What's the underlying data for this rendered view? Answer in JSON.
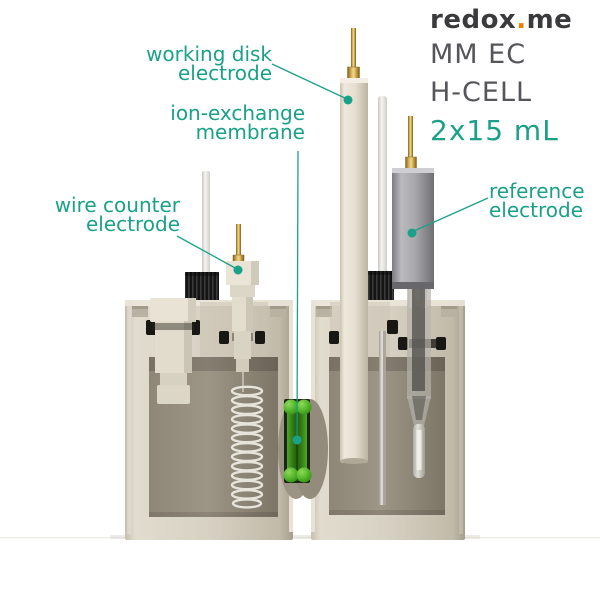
{
  "brand": {
    "logo": {
      "prefix": "redox",
      "dot": ".",
      "suffix": "me"
    },
    "product_line1": "MM EC",
    "product_line2": "H-CELL",
    "volume": "2x15 mL"
  },
  "labels": {
    "working_disk_electrode": {
      "line1": "working disk",
      "line2": "electrode"
    },
    "ion_exchange_membrane": {
      "line1": "ion-exchange",
      "line2": "membrane"
    },
    "wire_counter_electrode": {
      "line1": "wire counter",
      "line2": "electrode"
    },
    "reference_electrode": {
      "line1": "reference",
      "line2": "electrode"
    }
  },
  "colors": {
    "accent_teal": "#1ba189",
    "logo_dark": "#3a3a3c",
    "logo_orange": "#f07c00",
    "product_gray": "#55555a",
    "oring_green": "#4fb42c",
    "membrane_green": "#2f7d14",
    "body_beige": "#d7d1c3",
    "chamber_tan": "#968e7e",
    "brass_gold": "#c8a24e",
    "reference_gray": "#9a9a9e",
    "cap_black": "#1a1a1a"
  }
}
